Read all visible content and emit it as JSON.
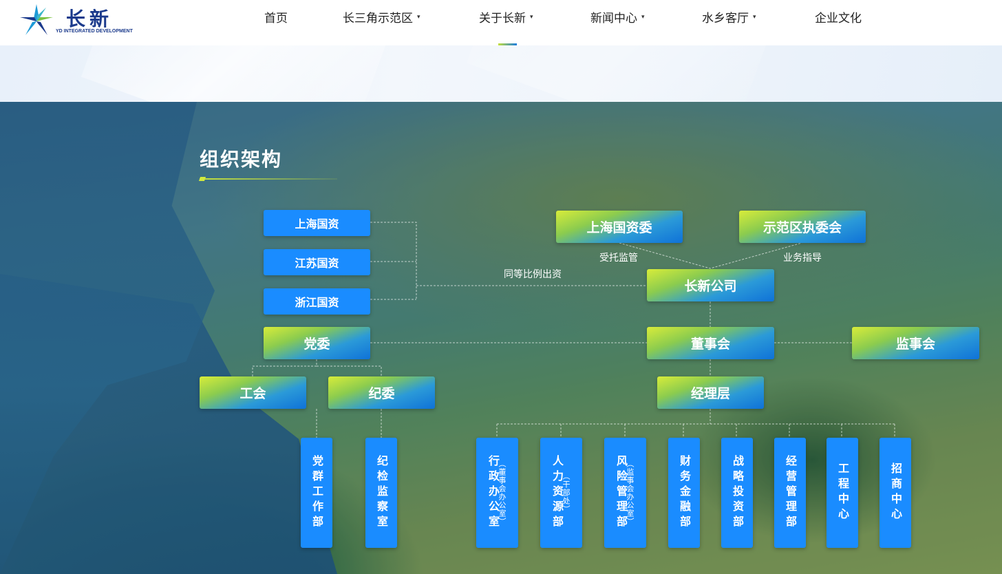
{
  "header": {
    "logo_text": "长新",
    "logo_subtitle": "YD INTEGRATED DEVELOPMENT",
    "nav": [
      {
        "label": "首页",
        "has_dropdown": false
      },
      {
        "label": "长三角示范区",
        "has_dropdown": true
      },
      {
        "label": "关于长新",
        "has_dropdown": true,
        "active": true
      },
      {
        "label": "新闻中心",
        "has_dropdown": true
      },
      {
        "label": "水乡客厅",
        "has_dropdown": true
      },
      {
        "label": "企业文化",
        "has_dropdown": false
      }
    ],
    "caret": "▾"
  },
  "section": {
    "title": "组织架构"
  },
  "org": {
    "shareholders": [
      "上海国资",
      "江苏国资",
      "浙江国资"
    ],
    "party": "党委",
    "union": "工会",
    "discipline": "纪委",
    "sh_sasac": "上海国资委",
    "demo_committee": "示范区执委会",
    "company": "长新公司",
    "board": "董事会",
    "supervisors": "监事会",
    "management": "经理层",
    "labels": {
      "equal_investment": "同等比例出资",
      "entrusted_supervision": "受托监管",
      "business_guidance": "业务指导"
    },
    "party_departments": [
      {
        "name": "党群工作部"
      },
      {
        "name": "纪检监察室"
      }
    ],
    "departments": [
      {
        "name": "行政办公室",
        "note": "（董事会办公室）"
      },
      {
        "name": "人力资源部",
        "note": "（干部处）"
      },
      {
        "name": "风险管理部",
        "note": "（监事会办公室）"
      },
      {
        "name": "财务金融部",
        "note": ""
      },
      {
        "name": "战略投资部",
        "note": ""
      },
      {
        "name": "经营管理部",
        "note": ""
      },
      {
        "name": "工程中心",
        "note": ""
      },
      {
        "name": "招商中心",
        "note": ""
      }
    ]
  },
  "colors": {
    "brand": "#1b3a8c",
    "box_blue": "#1a8cff",
    "accent_green": "#c9e43a"
  }
}
